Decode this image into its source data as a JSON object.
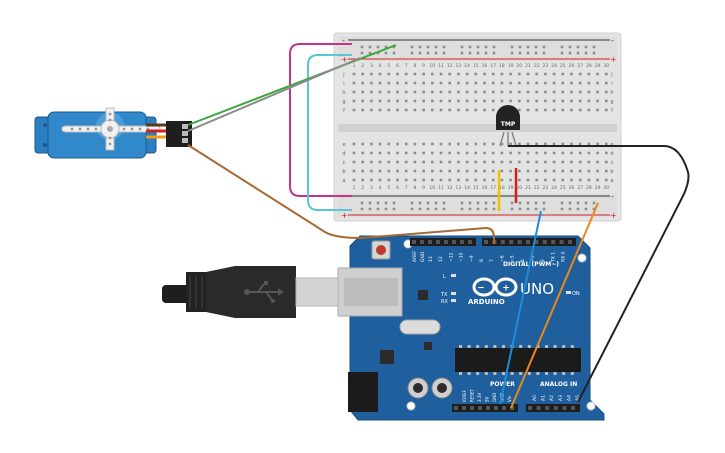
{
  "breadboard": {
    "rail_plus": "+",
    "rail_minus": "-",
    "row_letters_top": [
      "j",
      "i",
      "h",
      "g",
      "f"
    ],
    "row_letters_bottom": [
      "e",
      "d",
      "c",
      "b",
      "a"
    ],
    "column_numbers": [
      "1",
      "2",
      "3",
      "4",
      "5",
      "6",
      "7",
      "8",
      "9",
      "10",
      "11",
      "12",
      "13",
      "14",
      "15",
      "16",
      "17",
      "18",
      "19",
      "20",
      "21",
      "22",
      "23",
      "24",
      "25",
      "26",
      "27",
      "28",
      "29",
      "30"
    ]
  },
  "sensor": {
    "label": "TMP"
  },
  "arduino": {
    "brand": "ARDUINO",
    "model": "UNO",
    "digital_label": "DIGITAL (PWM~)",
    "power_label": "POWER",
    "analog_label": "ANALOG IN",
    "on_label": "ON",
    "tx_label": "TX",
    "rx_label": "RX",
    "l_label": "L",
    "aref_label": "AREF",
    "gnd_label": "GND",
    "digital_pins": [
      "13",
      "12",
      "~11",
      "~10",
      "~9",
      "8",
      "7",
      "~6",
      "~5",
      "4",
      "~3",
      "2",
      "TX 1",
      "RX 0"
    ],
    "power_pins": [
      "IOREF",
      "RESET",
      "3.3V",
      "5V",
      "GND",
      "GND",
      "Vin"
    ],
    "analog_pins": [
      "A0",
      "A1",
      "A2",
      "A3",
      "A4",
      "A5"
    ]
  },
  "colors": {
    "board_blue": "#1f5f9e",
    "breadboard_body": "#e6e6e6",
    "servo_blue": "#2a7fc1",
    "wire_magenta": "#c2338e",
    "wire_cyan": "#5bc6d1",
    "wire_green": "#3aa83a",
    "wire_gray": "#8c8c8c",
    "wire_brown": "#a86a32",
    "wire_black": "#222222",
    "wire_blue": "#1c8ed8",
    "wire_orange": "#e8891a",
    "wire_yellow": "#f2c200",
    "wire_red": "#d22020"
  }
}
